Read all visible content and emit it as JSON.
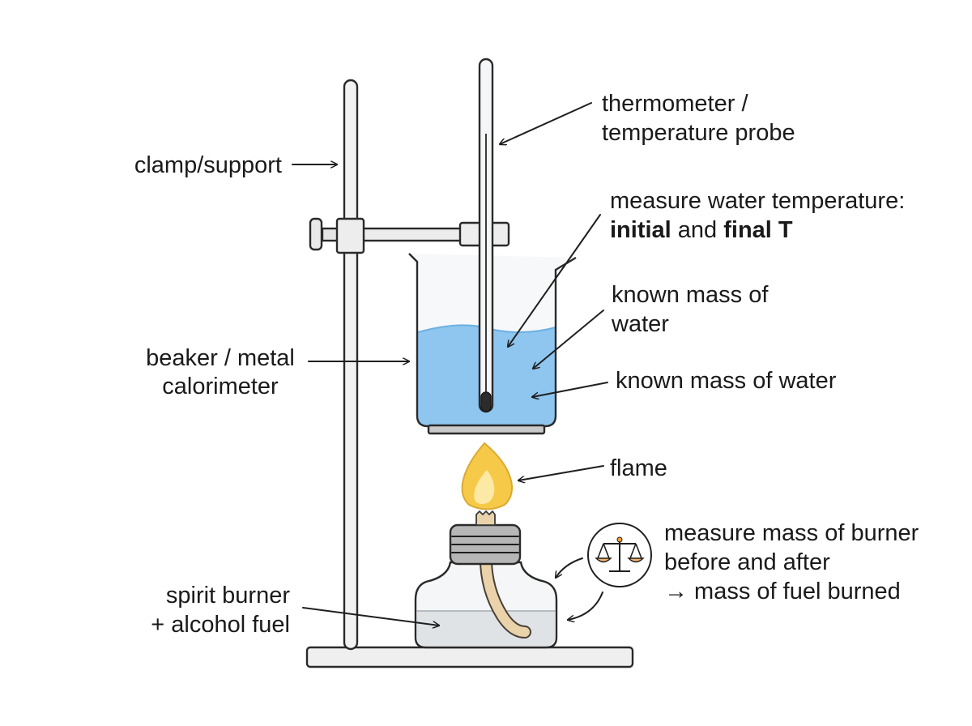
{
  "labels": {
    "thermometer_line1": "thermometer /",
    "thermometer_line2": "temperature probe",
    "clamp": "clamp/support",
    "measure_temp_line1": "measure water temperature:",
    "measure_temp_initial": "initial",
    "measure_temp_and": " and ",
    "measure_temp_final": "final T",
    "known_mass_line1": "known mass of",
    "known_mass_line2": "water",
    "known_mass_single": "known mass of water",
    "beaker_line1": "beaker / metal",
    "beaker_line2": "calorimeter",
    "flame": "flame",
    "burner_mass_line1": "measure mass of burner",
    "burner_mass_line2": "before and after",
    "burner_mass_line3": "→ mass of fuel burned",
    "spirit_line1": "spirit burner",
    "spirit_line2": "+ alcohol fuel"
  },
  "icons": {
    "balance": "balance-scale-icon"
  },
  "colors": {
    "water": "#8ec6ef",
    "flame_outer": "#f7c948",
    "flame_inner": "#fde9a6",
    "glass": "#f4f6f7",
    "fuel": "#dfe3e5",
    "wick": "#ead2aa"
  }
}
